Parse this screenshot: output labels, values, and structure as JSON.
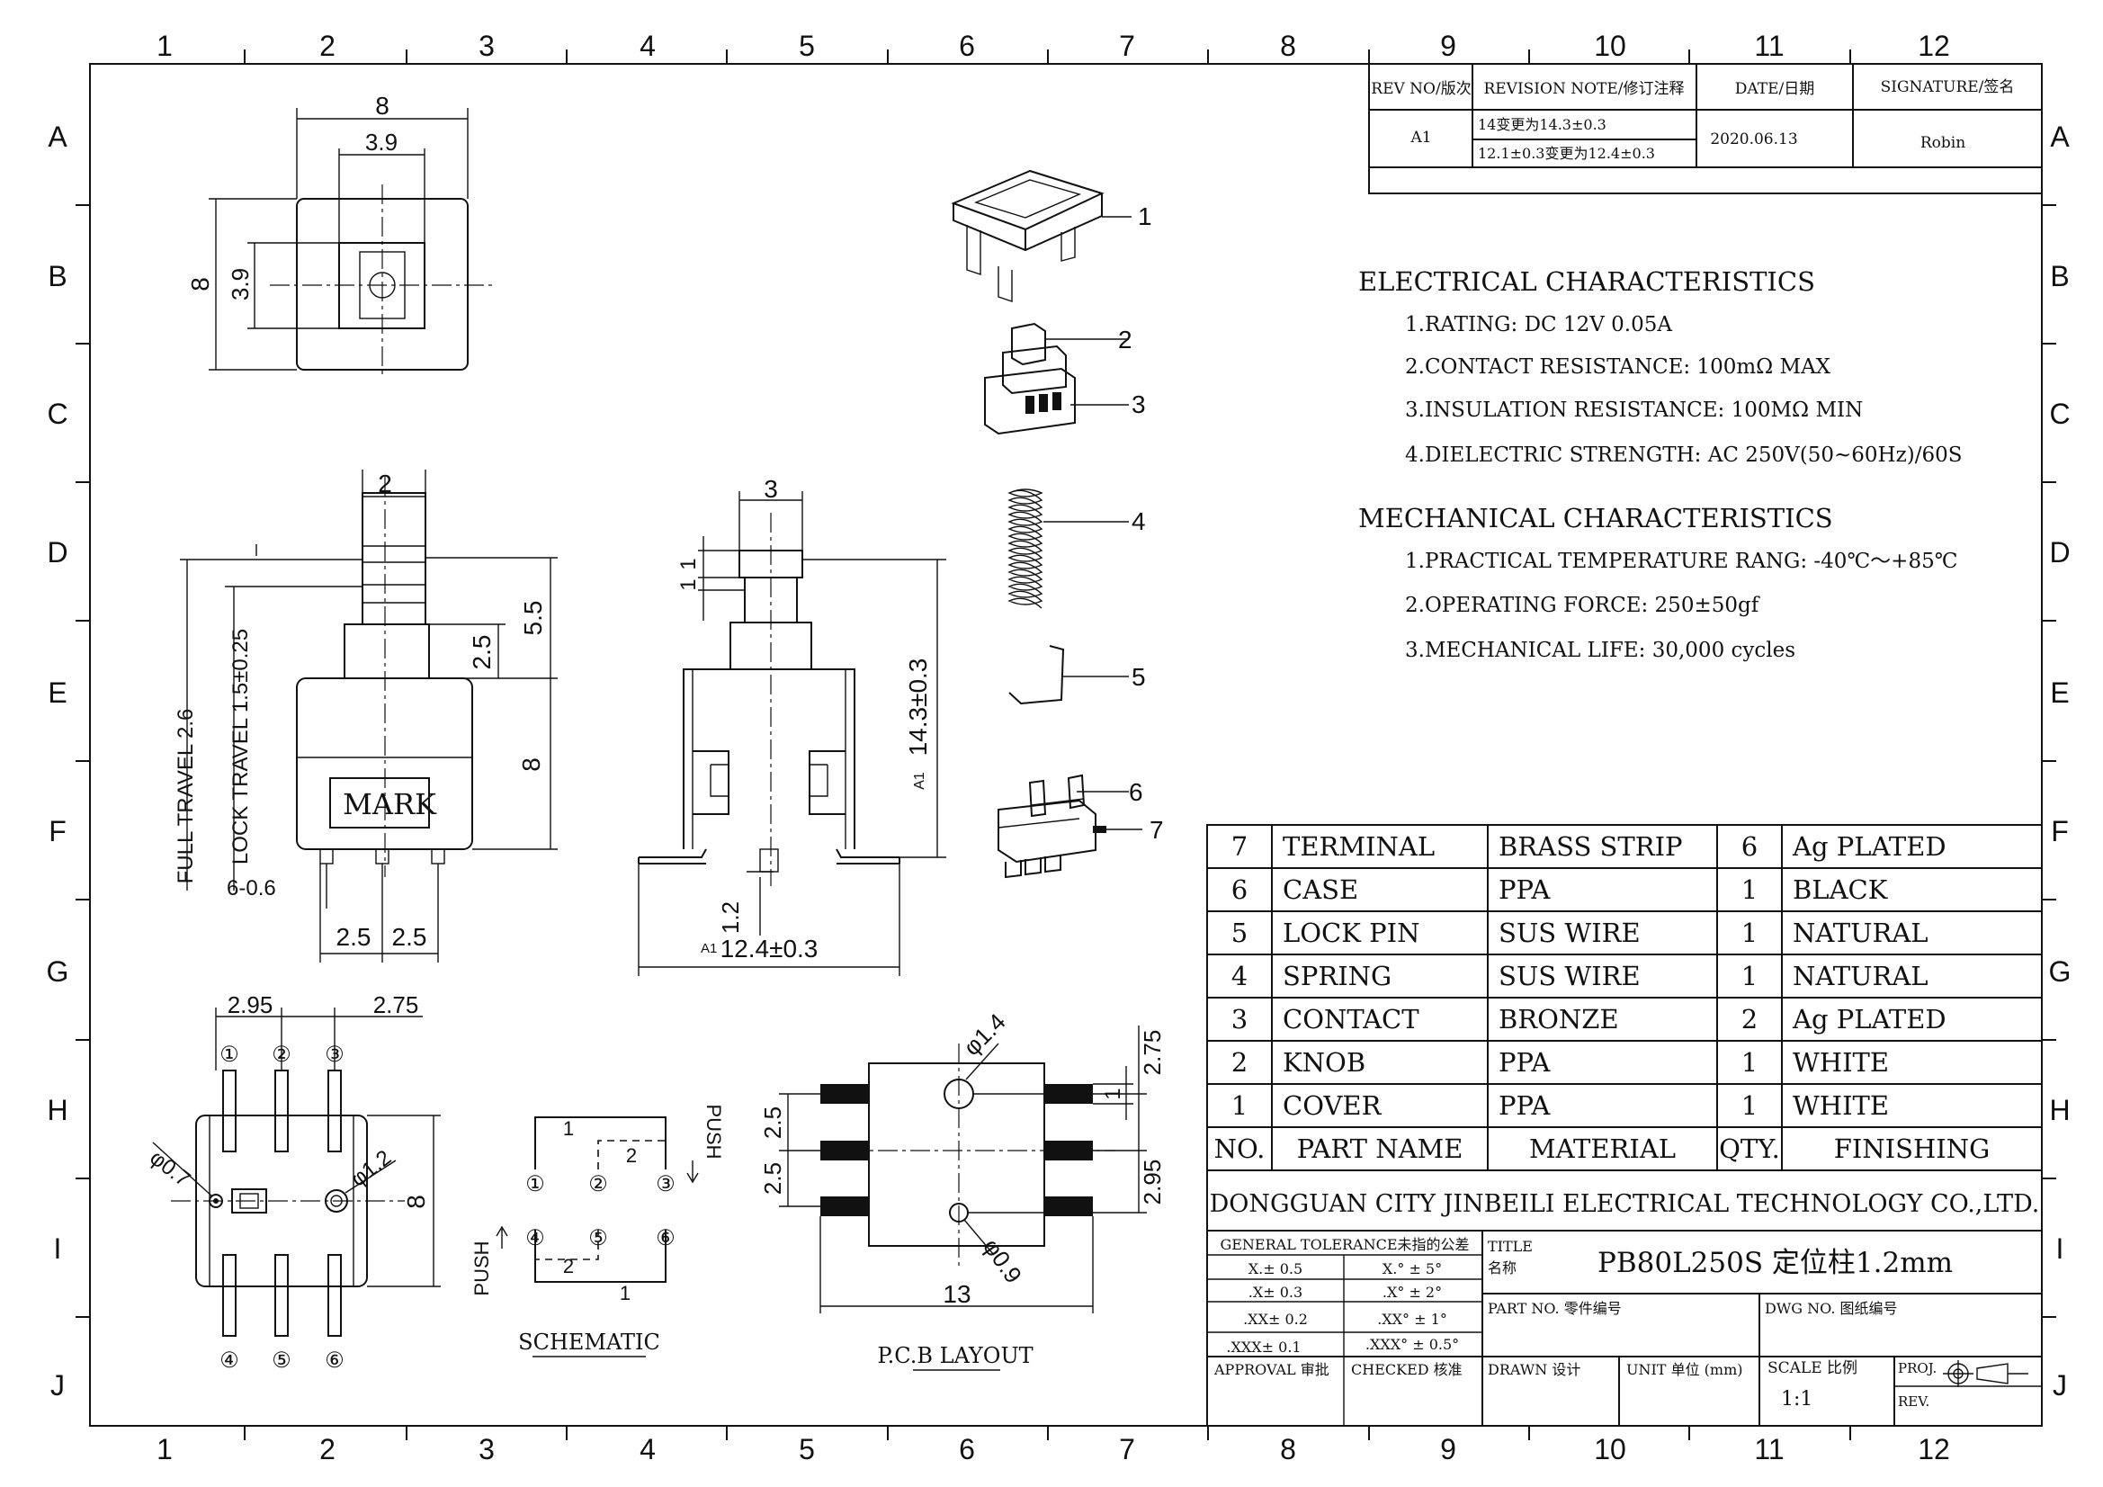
{
  "frame": {
    "col_labels": [
      "1",
      "2",
      "3",
      "4",
      "5",
      "6",
      "7",
      "8",
      "9",
      "10",
      "11",
      "12"
    ],
    "row_labels": [
      "A",
      "B",
      "C",
      "D",
      "E",
      "F",
      "G",
      "H",
      "I",
      "J"
    ]
  },
  "revision": {
    "headers": [
      "REV NO/版次",
      "REVISION NOTE/修订注释",
      "DATE/日期",
      "SIGNATURE/签名"
    ],
    "rev": "A1",
    "notes": [
      "14变更为14.3±0.3",
      "12.1±0.3变更为12.4±0.3"
    ],
    "date": "2020.06.13",
    "signature": "Robin"
  },
  "electrical": {
    "title": "ELECTRICAL CHARACTERISTICS",
    "items": [
      "1.RATING: DC 12V 0.05A",
      "2.CONTACT RESISTANCE: 100mΩ MAX",
      "3.INSULATION RESISTANCE: 100MΩ MIN",
      "4.DIELECTRIC STRENGTH: AC 250V(50~60Hz)/60S"
    ]
  },
  "mechanical": {
    "title": "MECHANICAL CHARACTERISTICS",
    "items": [
      "1.PRACTICAL TEMPERATURE RANG: -40℃～+85℃",
      "2.OPERATING FORCE: 250±50gf",
      "3.MECHANICAL LIFE: 30,000 cycles"
    ]
  },
  "bom": {
    "headers": [
      "NO.",
      "PART NAME",
      "MATERIAL",
      "QTY.",
      "FINISHING"
    ],
    "rows": [
      [
        "7",
        "TERMINAL",
        "BRASS STRIP",
        "6",
        "Ag PLATED"
      ],
      [
        "6",
        "CASE",
        "PPA",
        "1",
        "BLACK"
      ],
      [
        "5",
        "LOCK PIN",
        "SUS WIRE",
        "1",
        "NATURAL"
      ],
      [
        "4",
        "SPRING",
        "SUS WIRE",
        "1",
        "NATURAL"
      ],
      [
        "3",
        "CONTACT",
        "BRONZE",
        "2",
        "Ag PLATED"
      ],
      [
        "2",
        "KNOB",
        "PPA",
        "1",
        "WHITE"
      ],
      [
        "1",
        "COVER",
        "PPA",
        "1",
        "WHITE"
      ]
    ]
  },
  "title_block": {
    "company": "DONGGUAN CITY JINBEILI ELECTRICAL TECHNOLOGY CO.,LTD.",
    "tolerance_header": "GENERAL TOLERANCE未指的公差",
    "tolerances": [
      [
        "X.± 0.5",
        "X.° ± 5°"
      ],
      [
        ".X± 0.3",
        ".X° ± 2°"
      ],
      [
        ".XX± 0.2",
        ".XX° ± 1°"
      ],
      [
        ".XXX± 0.1",
        ".XXX° ± 0.5°"
      ]
    ],
    "title_label": "TITLE",
    "title_label_cn": "名称",
    "title": "PB80L250S 定位柱1.2mm",
    "part_no_label": "PART NO. 零件编号",
    "dwg_no_label": "DWG NO. 图纸编号",
    "approval": "APPROVAL 审批",
    "checked": "CHECKED 核准",
    "drawn": "DRAWN 设计",
    "unit": "UNIT 单位 (mm)",
    "scale_label": "SCALE 比例",
    "scale": "1:1",
    "proj": "PROJ.",
    "rev_label": "REV."
  },
  "top_view": {
    "dims": [
      "8",
      "3.9",
      "8",
      "3.9"
    ]
  },
  "side_view": {
    "dims": [
      "2",
      "5.5",
      "2.5",
      "8",
      "FULL TRAVEL 2.6",
      "LOCK TRAVEL 1.5±0.25",
      "6-0.6",
      "2.5",
      "2.5"
    ],
    "mark": "MARK"
  },
  "front_view": {
    "dims": [
      "3",
      "1",
      "1",
      "14.3±0.3",
      "A1",
      "1.2",
      "A1",
      "12.4±0.3"
    ]
  },
  "exploded": {
    "labels": [
      "1",
      "2",
      "3",
      "4",
      "5",
      "6",
      "7"
    ]
  },
  "bottom_view": {
    "dims": [
      "2.95",
      "2.75",
      "φ0.7",
      "φ1.2",
      "8"
    ],
    "pins_top": [
      "①",
      "②",
      "③"
    ],
    "pins_bottom": [
      "④",
      "⑤",
      "⑥"
    ]
  },
  "schematic": {
    "title": "SCHEMATIC",
    "push": "PUSH",
    "nums": [
      "1",
      "2",
      "1",
      "2"
    ],
    "pins": [
      "①",
      "②",
      "③",
      "④",
      "⑤",
      "⑥"
    ]
  },
  "pcb": {
    "title": "P.C.B LAYOUT",
    "dims": [
      "φ1.4",
      "2.75",
      "1",
      "2.5",
      "2.5",
      "2.95",
      "13",
      "φ0.9"
    ]
  }
}
